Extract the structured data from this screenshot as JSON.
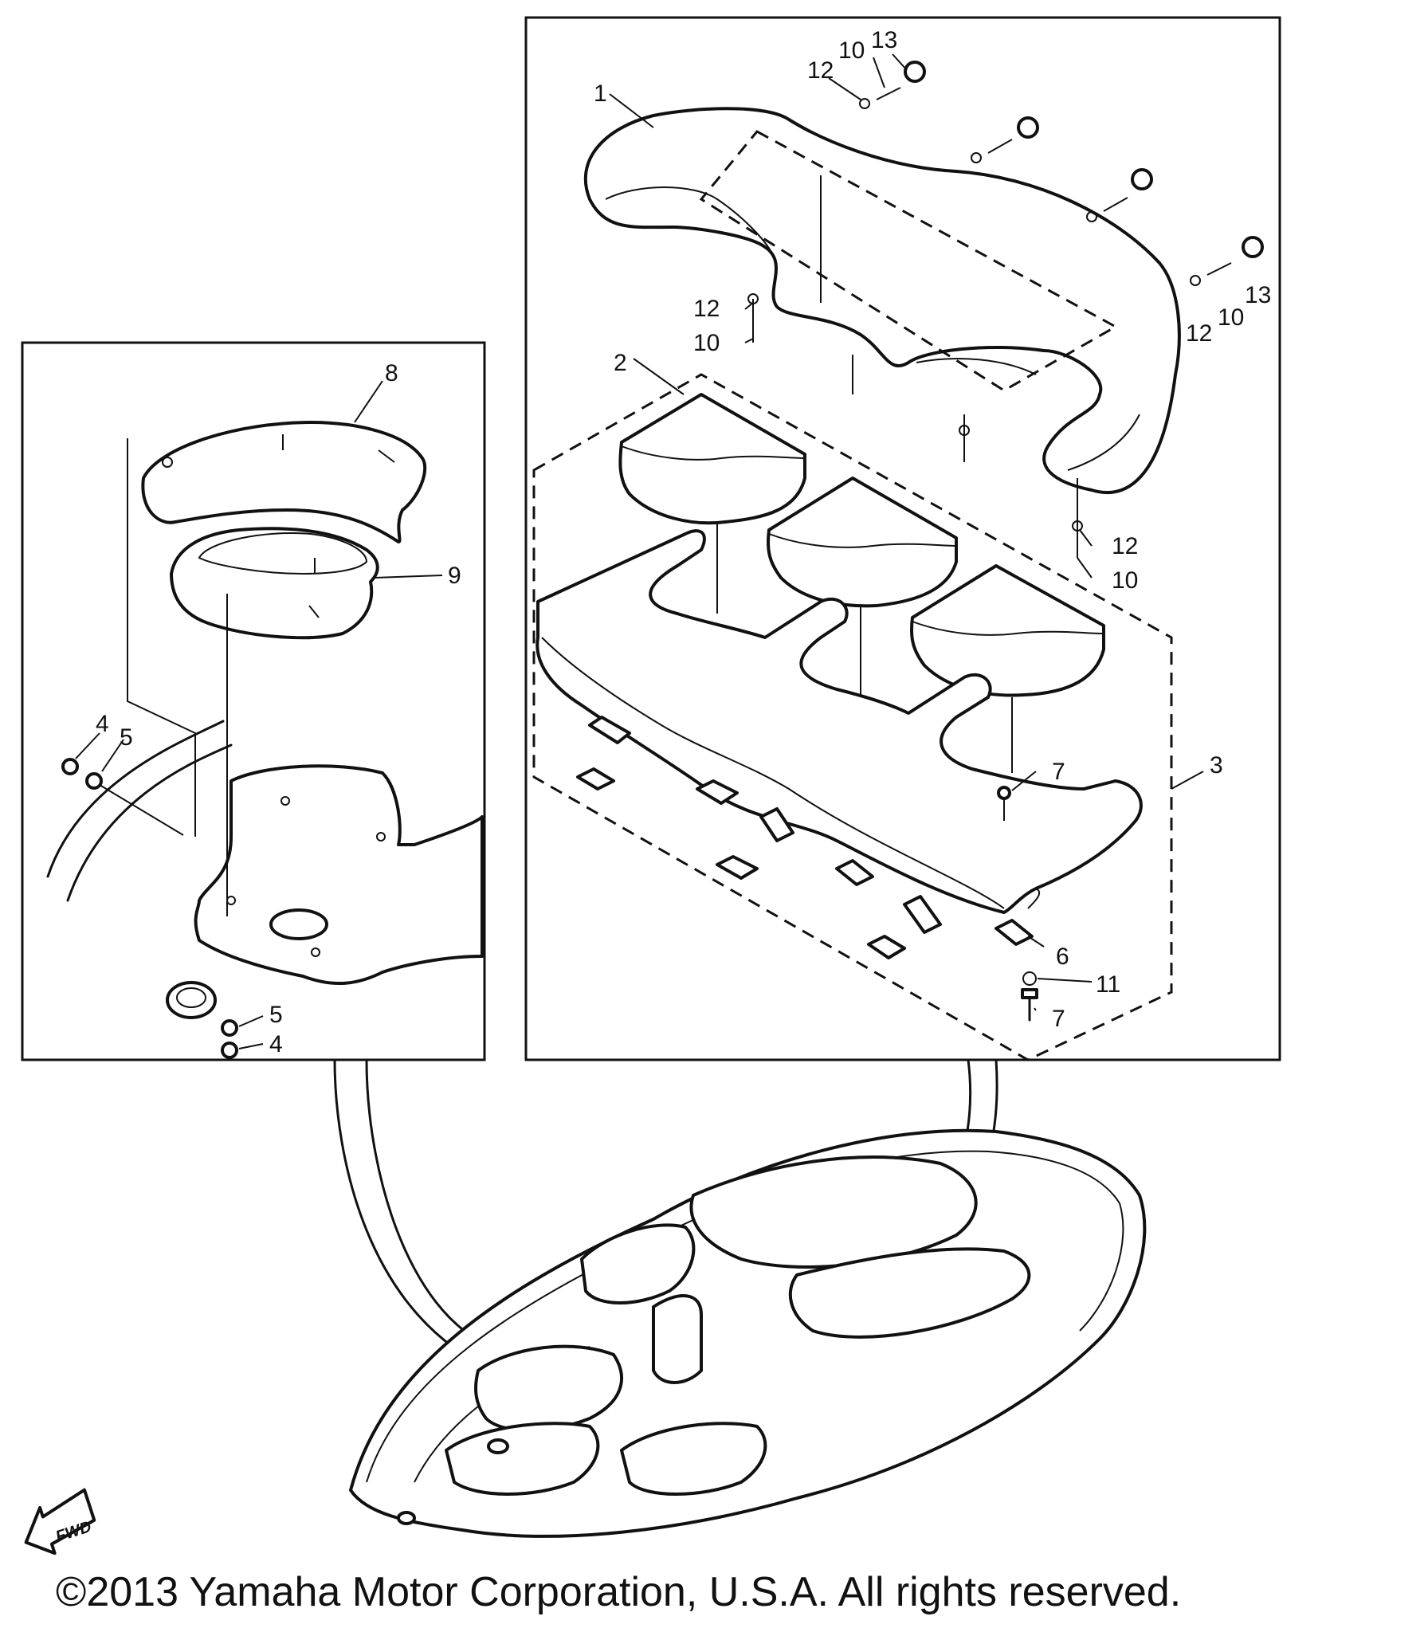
{
  "callouts": {
    "p1": "1",
    "p2": "2",
    "p3": "3",
    "p4a": "4",
    "p4b": "4",
    "p5a": "5",
    "p5b": "5",
    "p6": "6",
    "p7a": "7",
    "p7b": "7",
    "p8": "8",
    "p9": "9",
    "p10a": "10",
    "p10b": "10",
    "p10c": "10",
    "p10d": "10",
    "p11": "11",
    "p12a": "12",
    "p12b": "12",
    "p12c": "12",
    "p12d": "12",
    "p13a": "13",
    "p13b": "13"
  },
  "fwd_label": "FWD",
  "copyright": "©2013 Yamaha Motor Corporation, U.S.A. All rights reserved."
}
